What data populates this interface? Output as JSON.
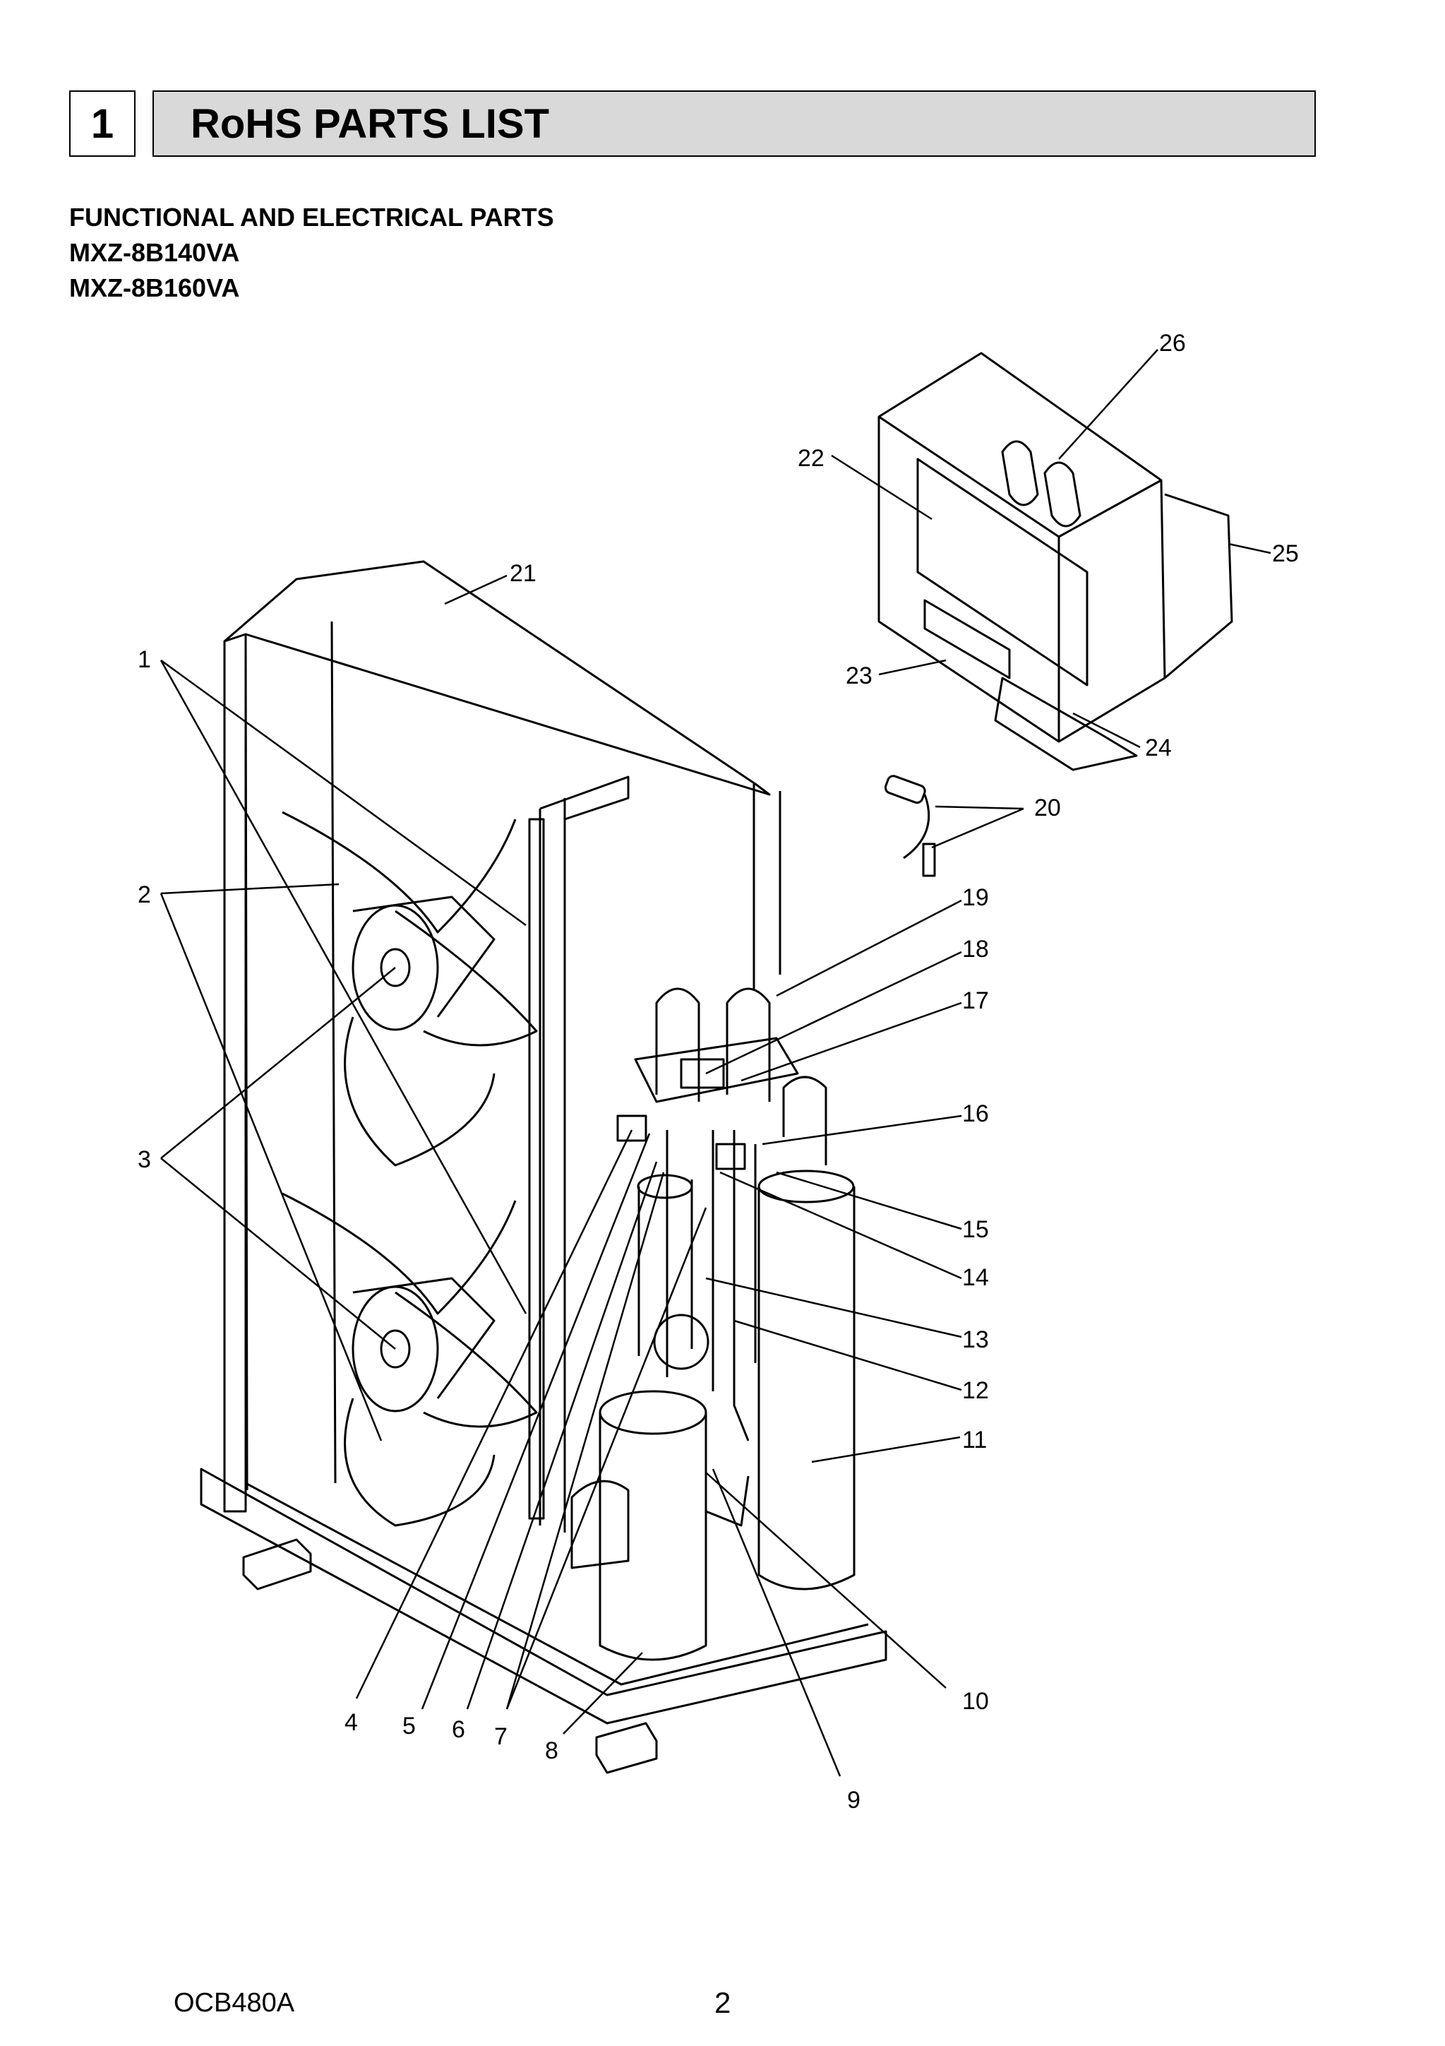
{
  "section": {
    "number": "1",
    "title": "RoHS PARTS LIST"
  },
  "subheading": {
    "line1": "FUNCTIONAL AND ELECTRICAL PARTS",
    "line2": "MXZ-8B140VA",
    "line3": "MXZ-8B160VA"
  },
  "callouts": [
    "1",
    "2",
    "3",
    "4",
    "5",
    "6",
    "7",
    "8",
    "9",
    "10",
    "11",
    "12",
    "13",
    "14",
    "15",
    "16",
    "17",
    "18",
    "19",
    "20",
    "21",
    "22",
    "23",
    "24",
    "25",
    "26"
  ],
  "footer": {
    "code": "OCB480A",
    "page": "2"
  }
}
